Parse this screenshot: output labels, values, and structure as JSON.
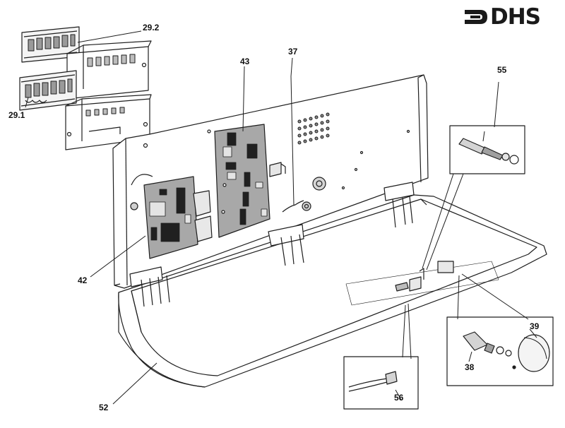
{
  "logo": {
    "text": "DHS",
    "color": "#1a1a1a"
  },
  "callouts": {
    "c29_2": "29.2",
    "c29_1": "29.1",
    "c43": "43",
    "c37": "37",
    "c55": "55",
    "c42": "42",
    "c39": "39",
    "c38": "38",
    "c52": "52",
    "c56": "56"
  },
  "colors": {
    "line": "#1e1e1e",
    "shade": "#c8c8c8",
    "board": "#9a9a9a",
    "chip": "#202020"
  }
}
